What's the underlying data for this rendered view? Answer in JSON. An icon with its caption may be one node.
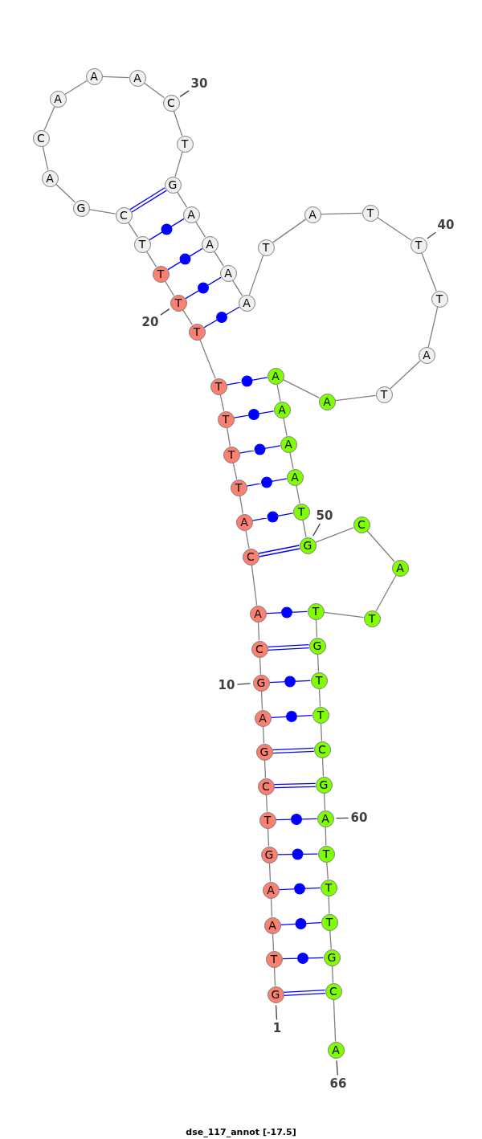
{
  "diagram": {
    "caption": "dse_117_annot [-17.5]",
    "nodes": [
      {
        "text": [
          "G"
        ]
      },
      {
        "text": [
          "T"
        ]
      },
      {
        "text": [
          "A"
        ]
      },
      {
        "text": [
          "A"
        ]
      },
      {
        "text": [
          "G"
        ]
      },
      {
        "text": [
          "T"
        ]
      },
      {
        "text": [
          "C"
        ]
      },
      {
        "text": [
          "G"
        ]
      },
      {
        "text": [
          "A"
        ]
      },
      {
        "text": [
          "G"
        ]
      },
      {
        "text": [
          "C"
        ]
      },
      {
        "text": [
          "A"
        ]
      },
      {
        "text": [
          "C"
        ]
      },
      {
        "text": [
          "A"
        ]
      },
      {
        "text": [
          "T"
        ]
      },
      {
        "text": [
          "T"
        ]
      },
      {
        "text": [
          "T"
        ]
      },
      {
        "text": [
          "T"
        ]
      },
      {
        "text": [
          "T"
        ]
      },
      {
        "text": [
          "T"
        ]
      },
      {
        "text": [
          "T"
        ]
      },
      {
        "text": [
          "T"
        ]
      },
      {
        "text": [
          "C"
        ]
      },
      {
        "text": [
          "G"
        ]
      },
      {
        "text": [
          "A"
        ]
      },
      {
        "text": [
          "C"
        ]
      },
      {
        "text": [
          "A"
        ]
      },
      {
        "text": [
          "A"
        ]
      },
      {
        "text": [
          "A"
        ]
      },
      {
        "text": [
          "C"
        ]
      },
      {
        "text": [
          "T"
        ]
      },
      {
        "text": [
          "G"
        ]
      },
      {
        "text": [
          "A"
        ]
      },
      {
        "text": [
          "A"
        ]
      },
      {
        "text": [
          "A"
        ]
      },
      {
        "text": [
          "A"
        ]
      },
      {
        "text": [
          "T"
        ]
      },
      {
        "text": [
          "A"
        ]
      },
      {
        "text": [
          "T"
        ]
      },
      {
        "text": [
          "T"
        ]
      },
      {
        "text": [
          "T"
        ]
      },
      {
        "text": [
          "A"
        ]
      },
      {
        "text": [
          "T"
        ]
      },
      {
        "text": [
          "A"
        ]
      },
      {
        "text": [
          "A"
        ]
      },
      {
        "text": [
          "A"
        ]
      },
      {
        "text": [
          "A"
        ]
      },
      {
        "text": [
          "A"
        ]
      },
      {
        "text": [
          "T"
        ]
      },
      {
        "text": [
          "G"
        ]
      },
      {
        "text": [
          "C"
        ]
      },
      {
        "text": [
          "A"
        ]
      },
      {
        "text": [
          "T"
        ]
      },
      {
        "text": [
          "T"
        ]
      },
      {
        "text": [
          "G"
        ]
      },
      {
        "text": [
          "T"
        ]
      },
      {
        "text": [
          "T"
        ]
      },
      {
        "text": [
          "C"
        ]
      },
      {
        "text": [
          "G"
        ]
      },
      {
        "text": [
          "A"
        ]
      },
      {
        "text": [
          "T"
        ]
      },
      {
        "text": [
          "T"
        ]
      },
      {
        "text": [
          "T"
        ]
      },
      {
        "text": [
          "G"
        ]
      },
      {
        "text": [
          "C"
        ]
      },
      {
        "text": [
          "A"
        ]
      },
      {
        "text": [
          "1"
        ]
      },
      {
        "text": [
          "10"
        ]
      },
      {
        "text": [
          "20"
        ]
      },
      {
        "text": [
          "30"
        ]
      },
      {
        "text": [
          "40"
        ]
      },
      {
        "text": [
          "50"
        ]
      },
      {
        "text": [
          "60"
        ]
      },
      {
        "text": [
          "66"
        ]
      }
    ],
    "edges": [
      {
        "from": 0,
        "to": 1,
        "arrow": "none"
      },
      {
        "from": 1,
        "to": 2,
        "arrow": "none"
      },
      {
        "from": 2,
        "to": 3,
        "arrow": "none"
      },
      {
        "from": 3,
        "to": 4,
        "arrow": "none"
      },
      {
        "from": 4,
        "to": 5,
        "arrow": "none"
      },
      {
        "from": 5,
        "to": 6,
        "arrow": "none"
      },
      {
        "from": 6,
        "to": 7,
        "arrow": "none"
      },
      {
        "from": 7,
        "to": 8,
        "arrow": "none"
      },
      {
        "from": 8,
        "to": 9,
        "arrow": "none"
      },
      {
        "from": 9,
        "to": 10,
        "arrow": "none"
      },
      {
        "from": 10,
        "to": 11,
        "arrow": "none"
      },
      {
        "from": 11,
        "to": 12,
        "arrow": "none"
      },
      {
        "from": 12,
        "to": 13,
        "arrow": "none"
      },
      {
        "from": 13,
        "to": 14,
        "arrow": "none"
      },
      {
        "from": 14,
        "to": 15,
        "arrow": "none"
      },
      {
        "from": 15,
        "to": 16,
        "arrow": "none"
      },
      {
        "from": 16,
        "to": 17,
        "arrow": "none"
      },
      {
        "from": 17,
        "to": 18,
        "arrow": "none"
      },
      {
        "from": 18,
        "to": 19,
        "arrow": "none"
      },
      {
        "from": 19,
        "to": 20,
        "arrow": "none"
      },
      {
        "from": 20,
        "to": 21,
        "arrow": "none"
      },
      {
        "from": 21,
        "to": 22,
        "arrow": "none"
      },
      {
        "from": 22,
        "to": 23,
        "arrow": "none"
      },
      {
        "from": 23,
        "to": 24,
        "arrow": "none"
      },
      {
        "from": 24,
        "to": 25,
        "arrow": "none"
      },
      {
        "from": 25,
        "to": 26,
        "arrow": "none"
      },
      {
        "from": 26,
        "to": 27,
        "arrow": "none"
      },
      {
        "from": 27,
        "to": 28,
        "arrow": "none"
      },
      {
        "from": 28,
        "to": 29,
        "arrow": "none"
      },
      {
        "from": 29,
        "to": 30,
        "arrow": "none"
      },
      {
        "from": 30,
        "to": 31,
        "arrow": "none"
      },
      {
        "from": 31,
        "to": 32,
        "arrow": "none"
      },
      {
        "from": 32,
        "to": 33,
        "arrow": "none"
      },
      {
        "from": 33,
        "to": 34,
        "arrow": "none"
      },
      {
        "from": 34,
        "to": 35,
        "arrow": "none"
      },
      {
        "from": 35,
        "to": 36,
        "arrow": "none"
      },
      {
        "from": 36,
        "to": 37,
        "arrow": "none"
      },
      {
        "from": 37,
        "to": 38,
        "arrow": "none"
      },
      {
        "from": 38,
        "to": 39,
        "arrow": "none"
      },
      {
        "from": 39,
        "to": 40,
        "arrow": "none"
      },
      {
        "from": 40,
        "to": 41,
        "arrow": "none"
      },
      {
        "from": 41,
        "to": 42,
        "arrow": "none"
      },
      {
        "from": 42,
        "to": 43,
        "arrow": "none"
      },
      {
        "from": 43,
        "to": 44,
        "arrow": "none"
      },
      {
        "from": 44,
        "to": 45,
        "arrow": "none"
      },
      {
        "from": 45,
        "to": 46,
        "arrow": "none"
      },
      {
        "from": 46,
        "to": 47,
        "arrow": "none"
      },
      {
        "from": 47,
        "to": 48,
        "arrow": "none"
      },
      {
        "from": 48,
        "to": 49,
        "arrow": "none"
      },
      {
        "from": 49,
        "to": 50,
        "arrow": "none"
      },
      {
        "from": 50,
        "to": 51,
        "arrow": "none"
      },
      {
        "from": 51,
        "to": 52,
        "arrow": "none"
      },
      {
        "from": 52,
        "to": 53,
        "arrow": "none"
      },
      {
        "from": 53,
        "to": 54,
        "arrow": "none"
      },
      {
        "from": 54,
        "to": 55,
        "arrow": "none"
      },
      {
        "from": 55,
        "to": 56,
        "arrow": "none"
      },
      {
        "from": 56,
        "to": 57,
        "arrow": "none"
      },
      {
        "from": 57,
        "to": 58,
        "arrow": "none"
      },
      {
        "from": 58,
        "to": 59,
        "arrow": "none"
      },
      {
        "from": 59,
        "to": 60,
        "arrow": "none"
      },
      {
        "from": 60,
        "to": 61,
        "arrow": "none"
      },
      {
        "from": 61,
        "to": 62,
        "arrow": "none"
      },
      {
        "from": 62,
        "to": 63,
        "arrow": "none"
      },
      {
        "from": 63,
        "to": 64,
        "arrow": "none"
      },
      {
        "from": 64,
        "to": 65,
        "arrow": "none"
      },
      {
        "from": 0,
        "to": 64,
        "arrow": "none",
        "color": "#0000ff"
      },
      {
        "from": 1,
        "to": 63,
        "arrow": "none",
        "color": "#0000ff"
      },
      {
        "from": 2,
        "to": 62,
        "arrow": "none",
        "color": "#0000ff"
      },
      {
        "from": 3,
        "to": 61,
        "arrow": "none",
        "color": "#0000ff"
      },
      {
        "from": 4,
        "to": 60,
        "arrow": "none",
        "color": "#0000ff"
      },
      {
        "from": 5,
        "to": 59,
        "arrow": "none",
        "color": "#0000ff"
      },
      {
        "from": 6,
        "to": 58,
        "arrow": "none",
        "color": "#0000ff"
      },
      {
        "from": 7,
        "to": 57,
        "arrow": "none",
        "color": "#0000ff"
      },
      {
        "from": 8,
        "to": 56,
        "arrow": "none",
        "color": "#0000ff"
      },
      {
        "from": 9,
        "to": 55,
        "arrow": "none",
        "color": "#0000ff"
      },
      {
        "from": 10,
        "to": 54,
        "arrow": "none",
        "color": "#0000ff"
      },
      {
        "from": 11,
        "to": 53,
        "arrow": "none",
        "color": "#0000ff"
      },
      {
        "from": 12,
        "to": 49,
        "arrow": "none",
        "color": "#0000ff"
      },
      {
        "from": 13,
        "to": 48,
        "arrow": "none",
        "color": "#0000ff"
      },
      {
        "from": 14,
        "to": 47,
        "arrow": "none",
        "color": "#0000ff"
      },
      {
        "from": 15,
        "to": 46,
        "arrow": "none",
        "color": "#0000ff"
      },
      {
        "from": 16,
        "to": 45,
        "arrow": "none",
        "color": "#0000ff"
      },
      {
        "from": 17,
        "to": 44,
        "arrow": "none",
        "color": "#0000ff"
      },
      {
        "from": 18,
        "to": 35,
        "arrow": "none",
        "color": "#0000ff"
      },
      {
        "from": 19,
        "to": 34,
        "arrow": "none",
        "color": "#0000ff"
      },
      {
        "from": 20,
        "to": 33,
        "arrow": "none",
        "color": "#0000ff"
      },
      {
        "from": 21,
        "to": 32,
        "arrow": "none",
        "color": "#0000ff"
      },
      {
        "from": 22,
        "to": 31,
        "arrow": "none",
        "color": "#0000ff"
      },
      {
        "from": 66,
        "to": 0,
        "arrow": "none",
        "color": "#404040"
      },
      {
        "from": 67,
        "to": 9,
        "arrow": "none",
        "color": "#404040"
      },
      {
        "from": 68,
        "to": 19,
        "arrow": "none",
        "color": "#404040"
      },
      {
        "from": 69,
        "to": 29,
        "arrow": "none",
        "color": "#404040"
      },
      {
        "from": 70,
        "to": 39,
        "arrow": "none",
        "color": "#404040"
      },
      {
        "from": 71,
        "to": 49,
        "arrow": "none",
        "color": "#404040"
      },
      {
        "from": 72,
        "to": 59,
        "arrow": "none",
        "color": "#404040"
      },
      {
        "from": 73,
        "to": 65,
        "arrow": "none",
        "color": "#404040"
      }
    ]
  }
}
